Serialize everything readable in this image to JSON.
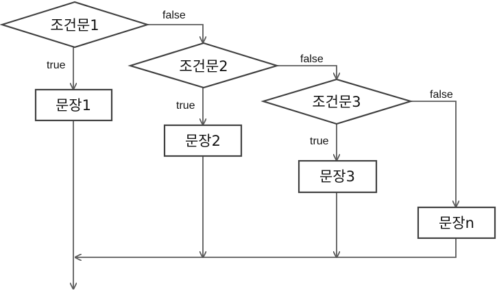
{
  "conditions": [
    {
      "label": "조건문1"
    },
    {
      "label": "조건문2"
    },
    {
      "label": "조건문3"
    }
  ],
  "statements": [
    {
      "label": "문장1"
    },
    {
      "label": "문장2"
    },
    {
      "label": "문장3"
    },
    {
      "label": "문장n"
    }
  ],
  "edges": {
    "true_label": "true",
    "false_label": "false"
  },
  "colors": {
    "shape_stroke": "#404040",
    "line": "#595959",
    "text": "#111111"
  }
}
